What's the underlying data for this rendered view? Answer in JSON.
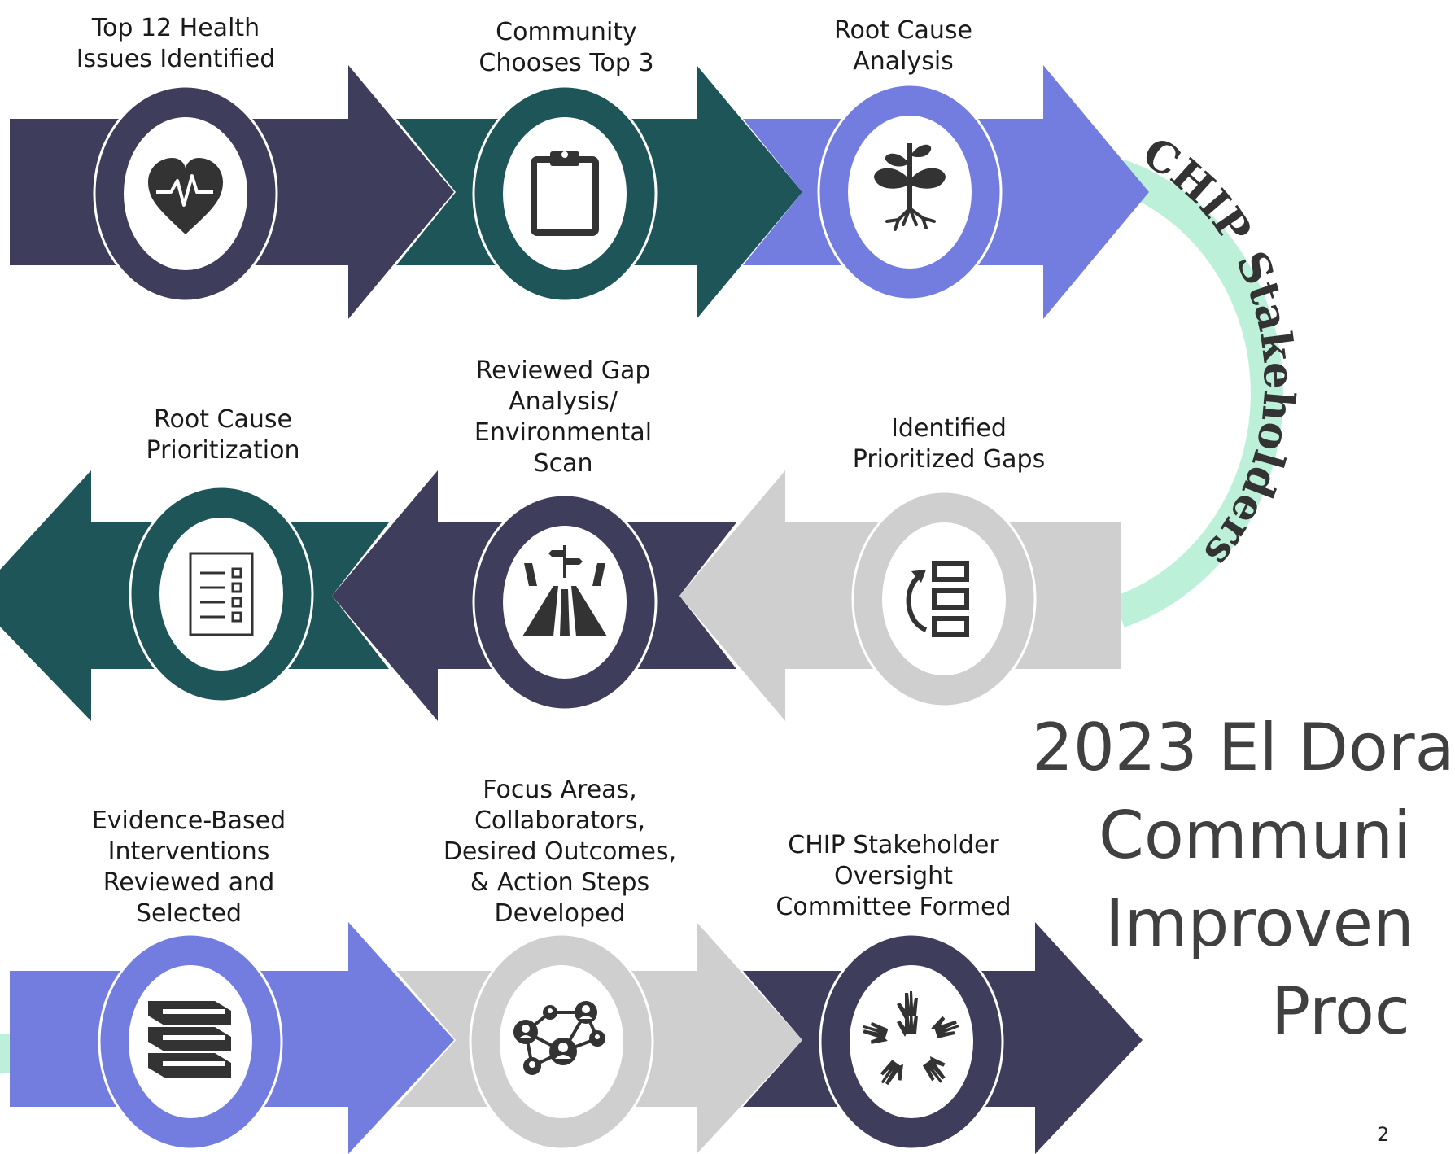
{
  "colors": {
    "navy": "#3e3d5c",
    "teal": "#1e5558",
    "periwinkle": "#737de0",
    "gray": "#cfcfcf",
    "mint": "#bdf0d9",
    "icon": "#333333"
  },
  "steps": [
    {
      "lines": [
        "Top 12 Health",
        "Issues Identified"
      ],
      "icon": "heart-pulse-icon"
    },
    {
      "lines": [
        "Community",
        "Chooses Top 3"
      ],
      "icon": "clipboard-icon"
    },
    {
      "lines": [
        "Root Cause",
        "Analysis"
      ],
      "icon": "plant-roots-icon"
    },
    {
      "lines": [
        "Identified",
        "Prioritized Gaps"
      ],
      "icon": "reorder-list-icon"
    },
    {
      "lines": [
        "Reviewed Gap",
        "Analysis/",
        "Environmental",
        "Scan"
      ],
      "icon": "road-signpost-icon"
    },
    {
      "lines": [
        "Root Cause",
        "Prioritization"
      ],
      "icon": "checklist-icon"
    },
    {
      "lines": [
        "Evidence-Based",
        "Interventions",
        "Reviewed and",
        "Selected"
      ],
      "icon": "books-icon"
    },
    {
      "lines": [
        "Focus Areas,",
        "Collaborators,",
        "Desired Outcomes,",
        "& Action Steps",
        "Developed"
      ],
      "icon": "network-people-icon"
    },
    {
      "lines": [
        "CHIP Stakeholder",
        "Oversight",
        "Committee Formed"
      ],
      "icon": "hands-circle-icon"
    }
  ],
  "arc_text": "CHIP Stakeholders",
  "title_lines": [
    "2023 El Dora",
    "Communi",
    "Improven",
    "Proc"
  ],
  "page_number": "2"
}
